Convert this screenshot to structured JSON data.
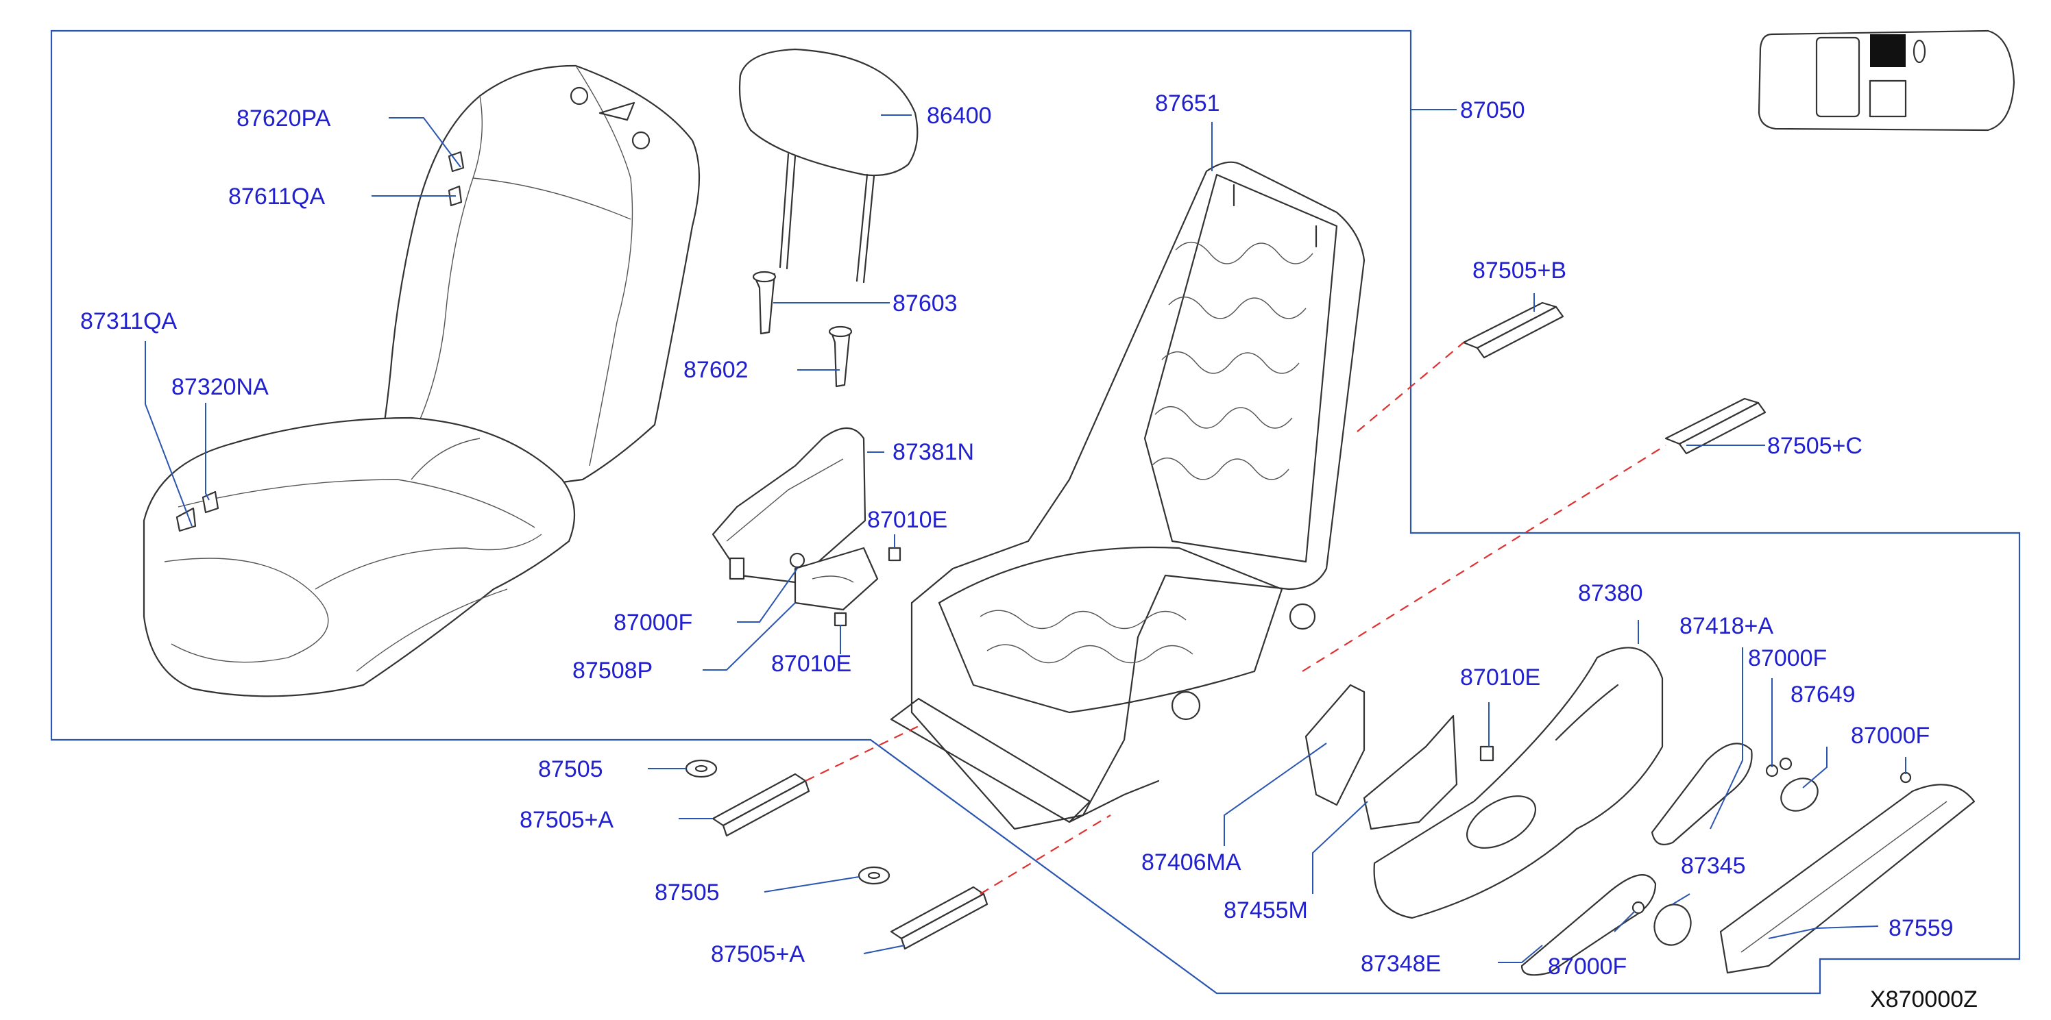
{
  "diagram": {
    "code": "X870000Z",
    "labels": {
      "p87620PA": "87620PA",
      "p87611QA": "87611QA",
      "p87311QA": "87311QA",
      "p87320NA": "87320NA",
      "p86400": "86400",
      "p87603": "87603",
      "p87602": "87602",
      "p87381N": "87381N",
      "p87010E_a": "87010E",
      "p87000F_a": "87000F",
      "p87508P": "87508P",
      "p87010E_b": "87010E",
      "p87651": "87651",
      "p87050": "87050",
      "p87505B": "87505+B",
      "p87505C": "87505+C",
      "p87380": "87380",
      "p87418A": "87418+A",
      "p87000F_b": "87000F",
      "p87649": "87649",
      "p87000F_c": "87000F",
      "p87010E_c": "87010E",
      "p87505_a": "87505",
      "p87505A_a": "87505+A",
      "p87505_b": "87505",
      "p87505A_b": "87505+A",
      "p87406MA": "87406MA",
      "p87455M": "87455M",
      "p87345": "87345",
      "p87348E": "87348E",
      "p87000F_d": "87000F",
      "p87559": "87559"
    },
    "colors": {
      "label": "#2020d0",
      "leader": "#2a55b0",
      "part_line": "#333333",
      "dashed_line": "#e03030"
    },
    "locator_icon": "vehicle-top-view-icon"
  }
}
